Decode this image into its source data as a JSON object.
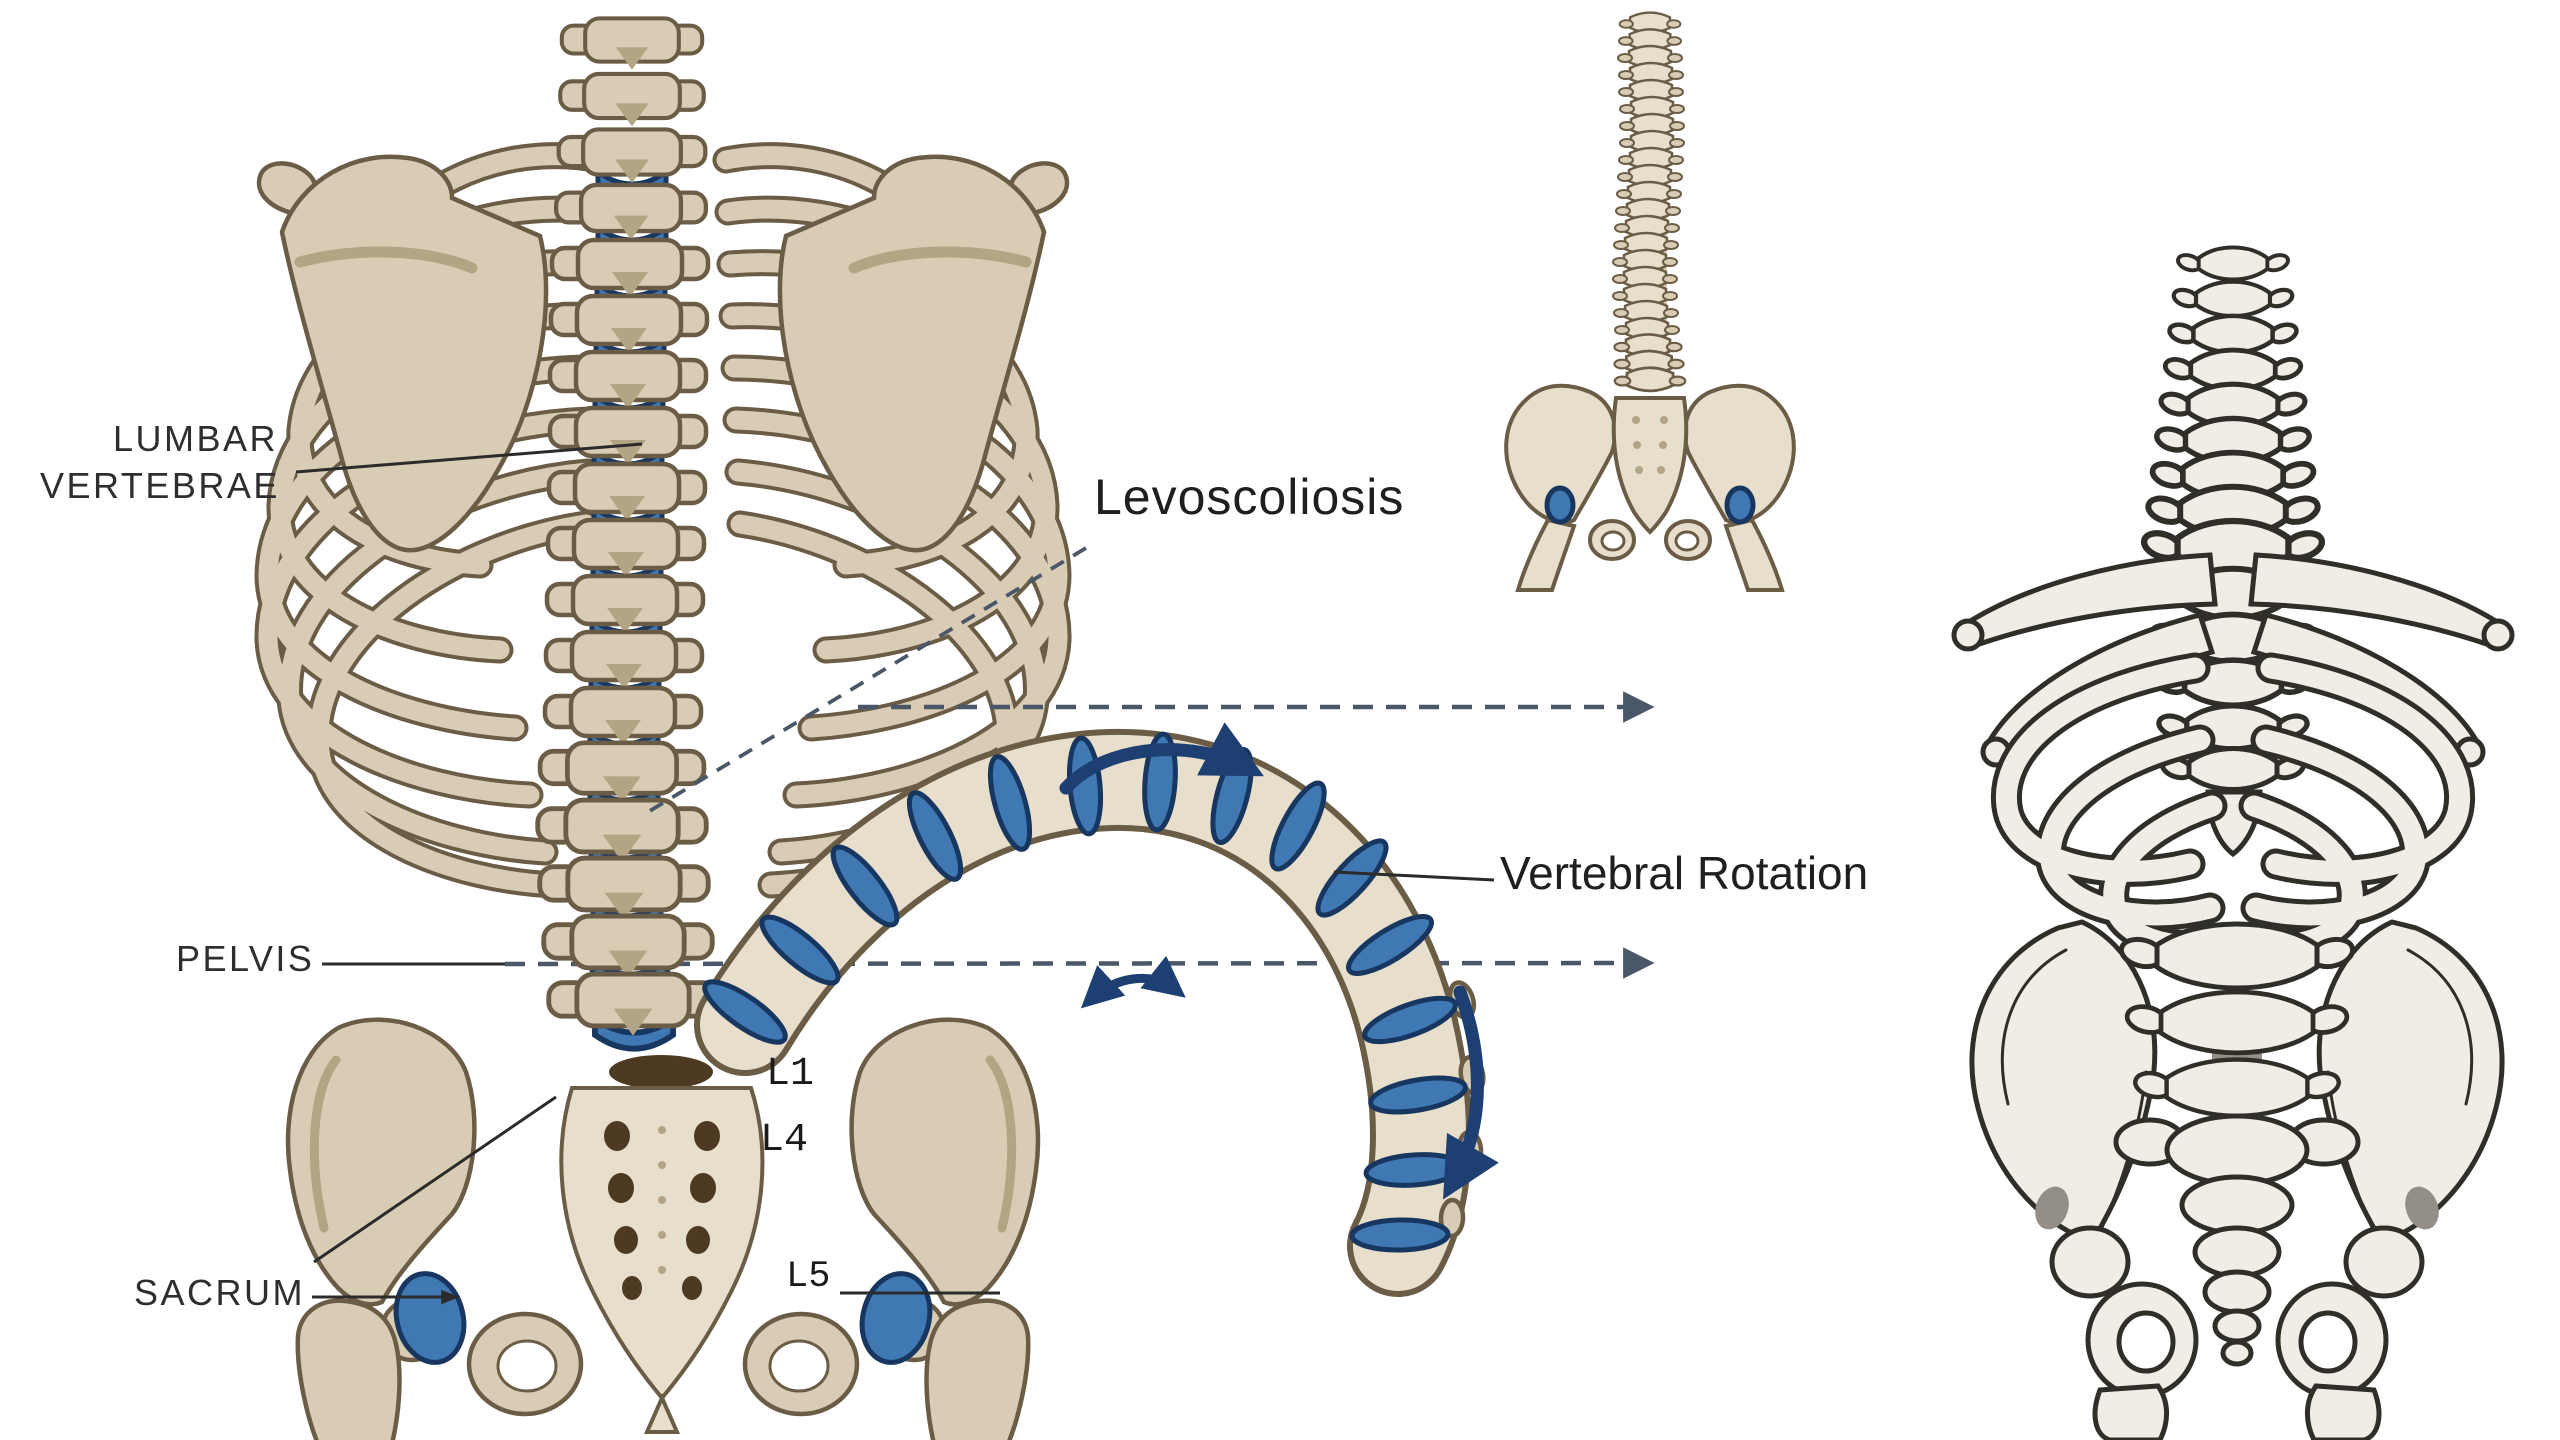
{
  "labels": {
    "lumbar_vertebrae": {
      "line1": "LUMBAR",
      "line2": "VERTEBRAE"
    },
    "levoscoliosis": "Levoscoliosis",
    "vertebral_rotation": "Vertebral Rotation",
    "pelvis": "PELVIS",
    "sacrum": "SACRUM",
    "vertebra_l1": "L1",
    "vertebra_l4": "L4",
    "vertebra_l5": "L5"
  },
  "colors": {
    "background": "#ffffff",
    "bone_fill": "#d8ccb4",
    "bone_light": "#e7decb",
    "bone_outline": "#6b5c45",
    "bone_shade": "#b3a584",
    "cavity_brown": "#4e3a22",
    "disc_blue": "#3f78b3",
    "disc_dark": "#173660",
    "arrow_navy": "#1d3f72",
    "dash_gray": "#4a5768",
    "leader_dark": "#2b2b2b",
    "lineart_fill": "#f0ede6",
    "lineart_stroke": "#302e29",
    "lineart_gray": "#938f87",
    "text_dark": "#262626"
  }
}
